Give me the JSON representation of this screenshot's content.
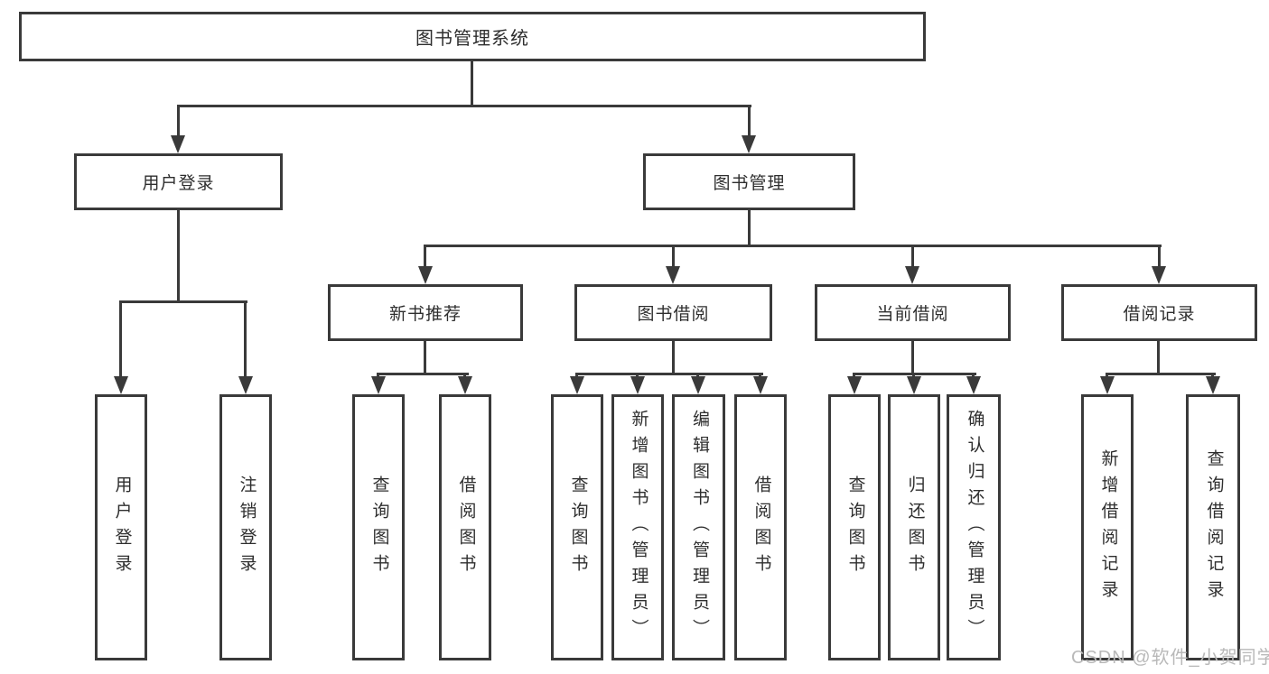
{
  "diagram": {
    "root": {
      "label": "图书管理系统"
    },
    "user_login": {
      "label": "用户登录",
      "children": {
        "login": {
          "label": "用户登录"
        },
        "logout": {
          "label": "注销登录"
        }
      }
    },
    "book_mgmt": {
      "label": "图书管理",
      "sections": {
        "new_book": {
          "label": "新书推荐",
          "children": {
            "query": {
              "label": "查询图书"
            },
            "borrow": {
              "label": "借阅图书"
            }
          }
        },
        "book_borrow": {
          "label": "图书借阅",
          "children": {
            "query": {
              "label": "查询图书"
            },
            "add": {
              "label": "新增图书（管理员）"
            },
            "edit": {
              "label": "编辑图书（管理员）"
            },
            "borrow": {
              "label": "借阅图书"
            }
          }
        },
        "current_borrow": {
          "label": "当前借阅",
          "children": {
            "query": {
              "label": "查询图书"
            },
            "return": {
              "label": "归还图书"
            },
            "confirm": {
              "label": "确认归还（管理员）"
            }
          }
        },
        "borrow_records": {
          "label": "借阅记录",
          "children": {
            "add": {
              "label": "新增借阅记录"
            },
            "query": {
              "label": "查询借阅记录"
            }
          }
        }
      }
    }
  },
  "watermark": {
    "text": "CSDN @软件_小贺同学"
  },
  "colors": {
    "line": "#3a3a3a",
    "text": "#2e2e2e",
    "watermark": "#b9b9b9",
    "background": "#ffffff"
  }
}
